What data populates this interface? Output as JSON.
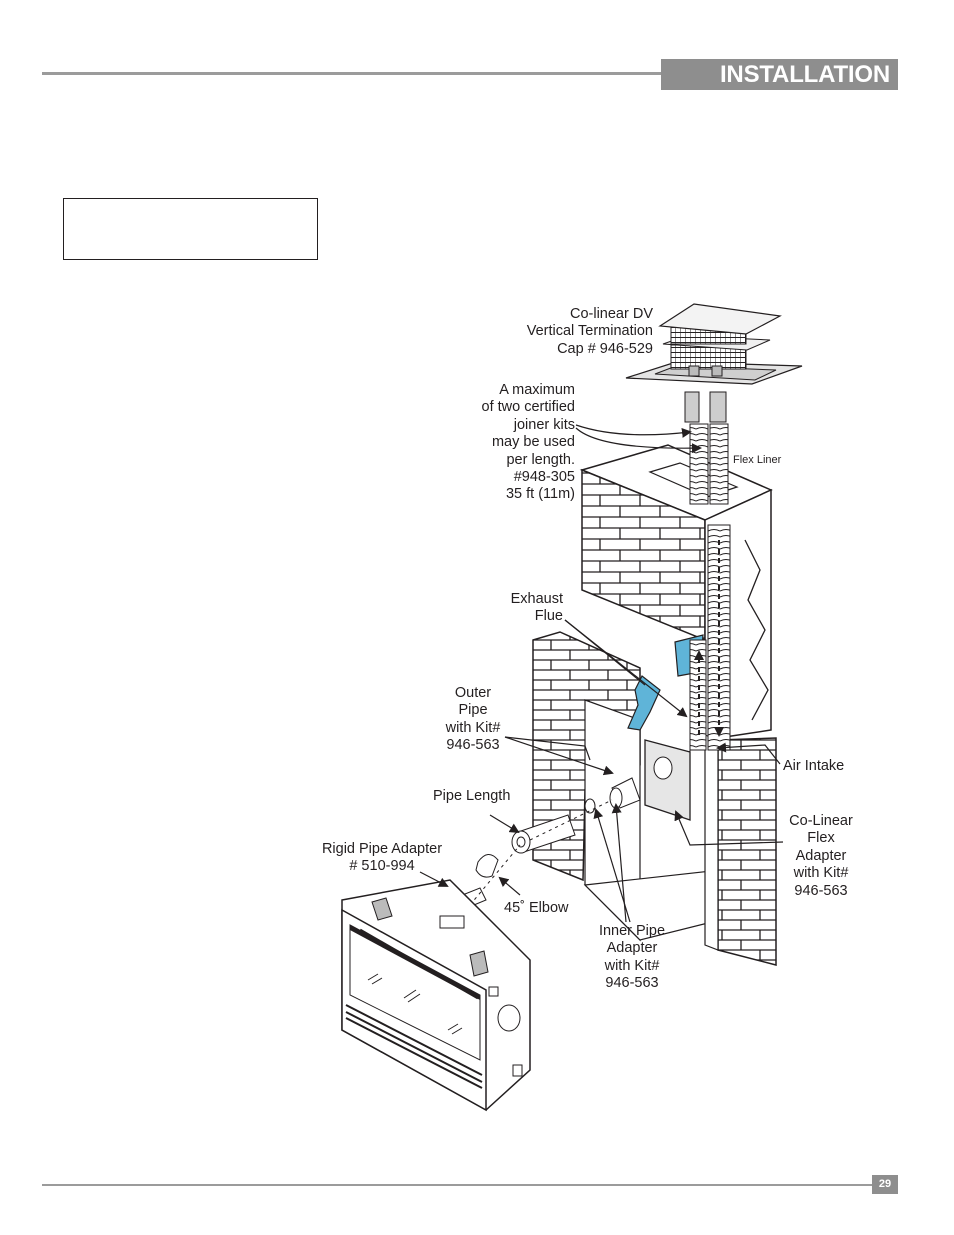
{
  "header": {
    "section_title": "INSTALLATION"
  },
  "footer": {
    "page_number": "29"
  },
  "diagram": {
    "labels": {
      "cap": "Co-linear DV\nVertical Termination\nCap # 946-529",
      "joiner": "A maximum\nof two certified\njoiner kits\nmay be used\nper length.\n#948-305\n35 ft (11m)",
      "flex_liner": "Flex Liner",
      "exhaust": "Exhaust\nFlue",
      "outer_pipe": "Outer\nPipe\nwith Kit#\n946-563",
      "air_intake": "Air Intake",
      "pipe_length": "Pipe Length",
      "co_linear": "Co-Linear\nFlex\nAdapter\nwith Kit#\n946-563",
      "rigid": "Rigid Pipe Adapter\n# 510-994",
      "elbow": "45˚ Elbow",
      "inner_pipe": "Inner Pipe\nAdapter\nwith Kit#\n946-563"
    },
    "colors": {
      "insulation": "#5fb4d8",
      "rule": "#9b9b9b",
      "tab": "#8e8e8e"
    }
  }
}
